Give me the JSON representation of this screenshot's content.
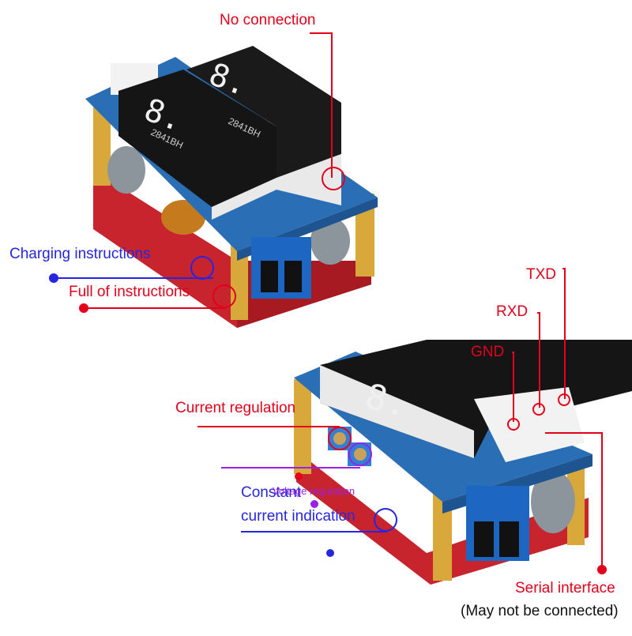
{
  "colors": {
    "red": "#e3001b",
    "blue": "#2626e0",
    "purple": "#9a22e6",
    "pcb": "#2a6fb5",
    "display": "#151515",
    "terminal": "#1d67c2"
  },
  "labels": {
    "no_connection": "No connection",
    "charging_instructions": "Charging instructions",
    "full_of_instructions": "Full of instructions",
    "txd": "TXD",
    "rxd": "RXD",
    "gnd": "GND",
    "current_regulation": "Current regulation",
    "constant": "Constant",
    "voltage_regulation": "Voltage regulation",
    "current_indication": "current indication",
    "serial_interface": "Serial interface",
    "may_not_be_connected": "(May not be connected)"
  },
  "board": {
    "chip_code_1": "2841BH",
    "chip_code_2": "2841BH",
    "digit_glyph": "8."
  }
}
